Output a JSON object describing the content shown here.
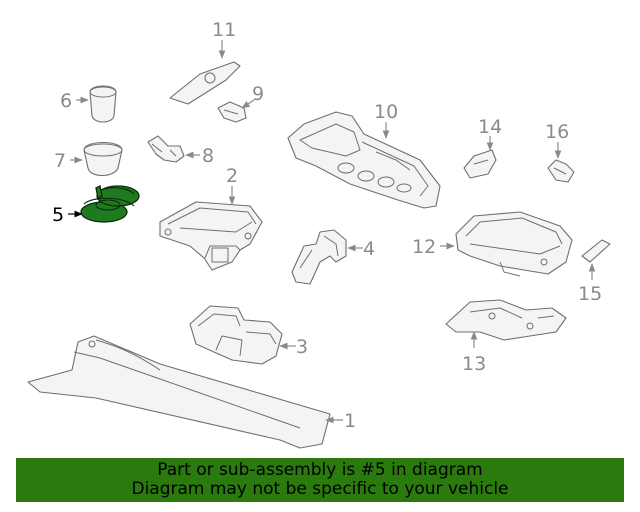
{
  "callouts": {
    "c1": "1",
    "c2": "2",
    "c3": "3",
    "c4": "4",
    "c5": "5",
    "c6": "6",
    "c7": "7",
    "c8": "8",
    "c9": "9",
    "c10": "10",
    "c11": "11",
    "c12": "12",
    "c13": "13",
    "c14": "14",
    "c15": "15",
    "c16": "16"
  },
  "highlight": {
    "part": "5",
    "color": "#1f7a1f"
  },
  "banner": {
    "line1": "Part or sub-assembly is #5 in diagram",
    "line2": "Diagram may not be specific to your vehicle",
    "background": "#2a7a0e"
  }
}
